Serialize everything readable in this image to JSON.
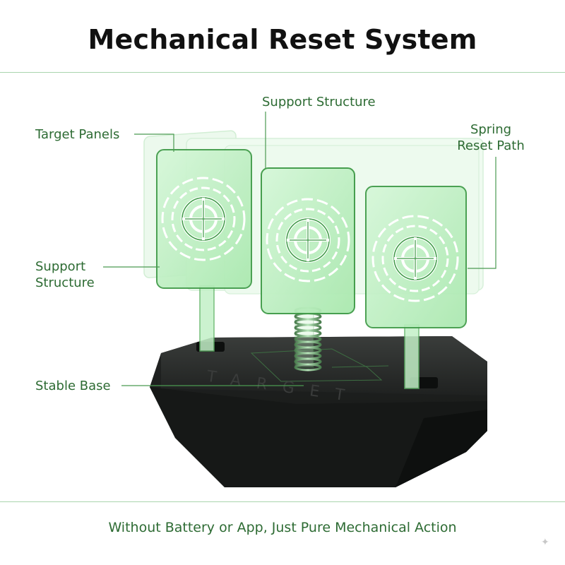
{
  "title": "Mechanical Reset System",
  "labels": {
    "target_panels": "Target Panels",
    "support_structure_top": "Support Structure",
    "spring_reset_path_line1": "Spring",
    "spring_reset_path_line2": "Reset Path",
    "support_structure_left_line1": "Support",
    "support_structure_left_line2": "Structure",
    "stable_base": "Stable Base"
  },
  "base_text": "TARGET",
  "footer": "Without Battery or App, Just Pure Mechanical Action",
  "colors": {
    "accent_green": "#2d6b33",
    "panel_green": "#bff0c4",
    "base_black": "#1a1c1b"
  },
  "icons": [
    "crosshair-icon",
    "sparkle-icon"
  ]
}
